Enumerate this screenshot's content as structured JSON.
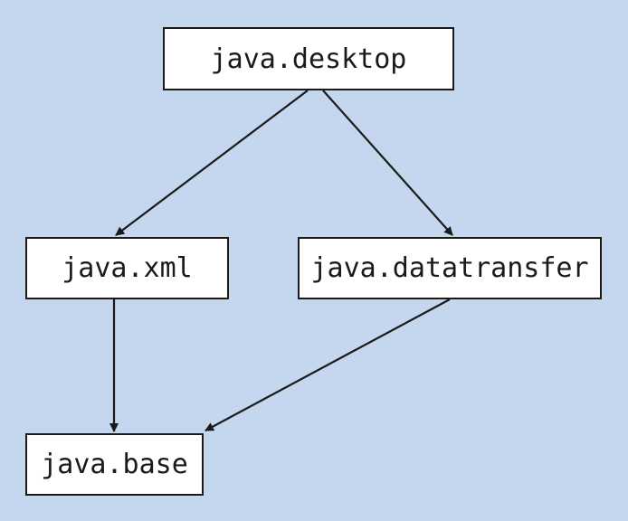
{
  "diagram": {
    "background_color": "#c5d7ee",
    "line_color": "#1a1a1a",
    "nodes": {
      "desktop": "java.desktop",
      "xml": "java.xml",
      "datatransfer": "java.datatransfer",
      "base": "java.base"
    },
    "edges": [
      {
        "from": "java.desktop",
        "to": "java.xml"
      },
      {
        "from": "java.desktop",
        "to": "java.datatransfer"
      },
      {
        "from": "java.xml",
        "to": "java.base"
      },
      {
        "from": "java.datatransfer",
        "to": "java.base"
      }
    ]
  }
}
